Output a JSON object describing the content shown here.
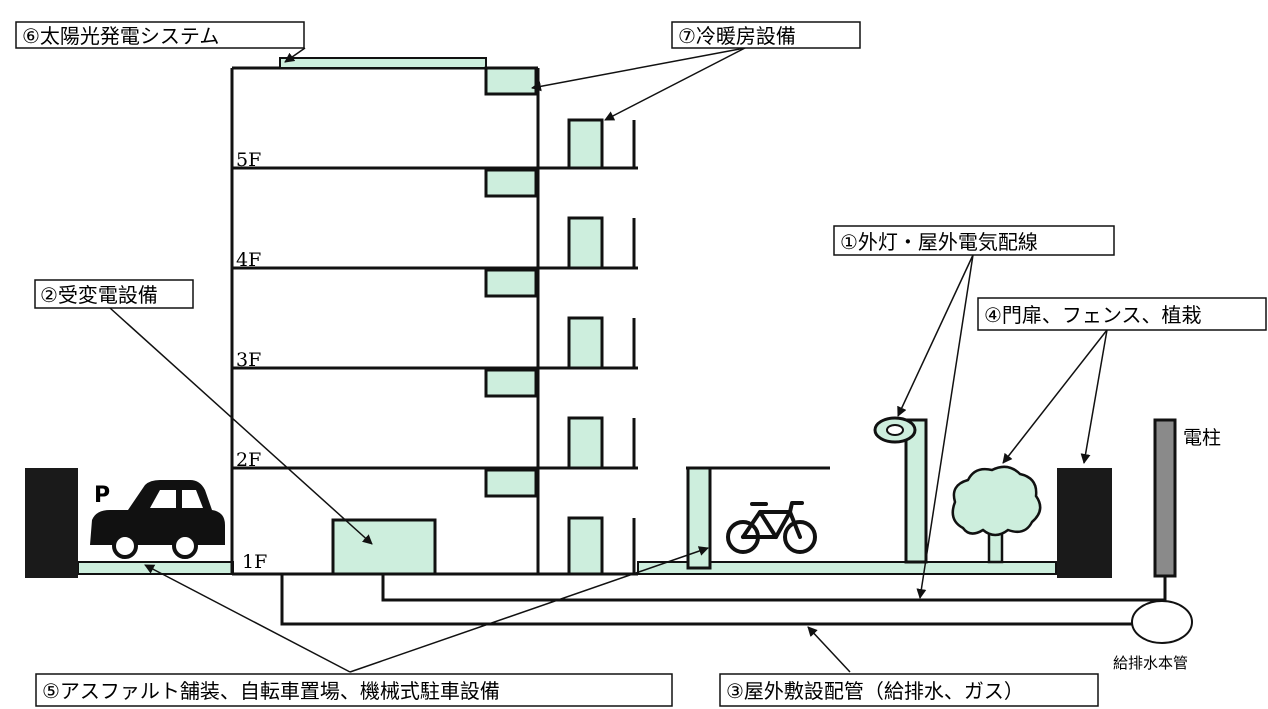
{
  "colors": {
    "fill": "#cdeedd",
    "line": "#111111",
    "dark": "#1a1a1a",
    "pole": "#8a8a8a",
    "background": "#ffffff"
  },
  "callouts": {
    "c1": "①外灯・屋外電気配線",
    "c2": "②受変電設備",
    "c3": "③屋外敷設配管（給排水、ガス）",
    "c4": "④門扉、フェンス、植栽",
    "c5": "⑤アスファルト舗装、自転車置場、機械式駐車設備",
    "c6": "⑥太陽光発電システム",
    "c7": "⑦冷暖房設備"
  },
  "floors": [
    "1F",
    "2F",
    "3F",
    "4F",
    "5F"
  ],
  "labels": {
    "parking": "P",
    "utility_pole": "電柱",
    "water_main": "給排水本管"
  },
  "icons": {
    "car": "car-icon",
    "bicycle": "bicycle-icon",
    "tree": "tree-icon",
    "lamp": "street-lamp-icon"
  }
}
